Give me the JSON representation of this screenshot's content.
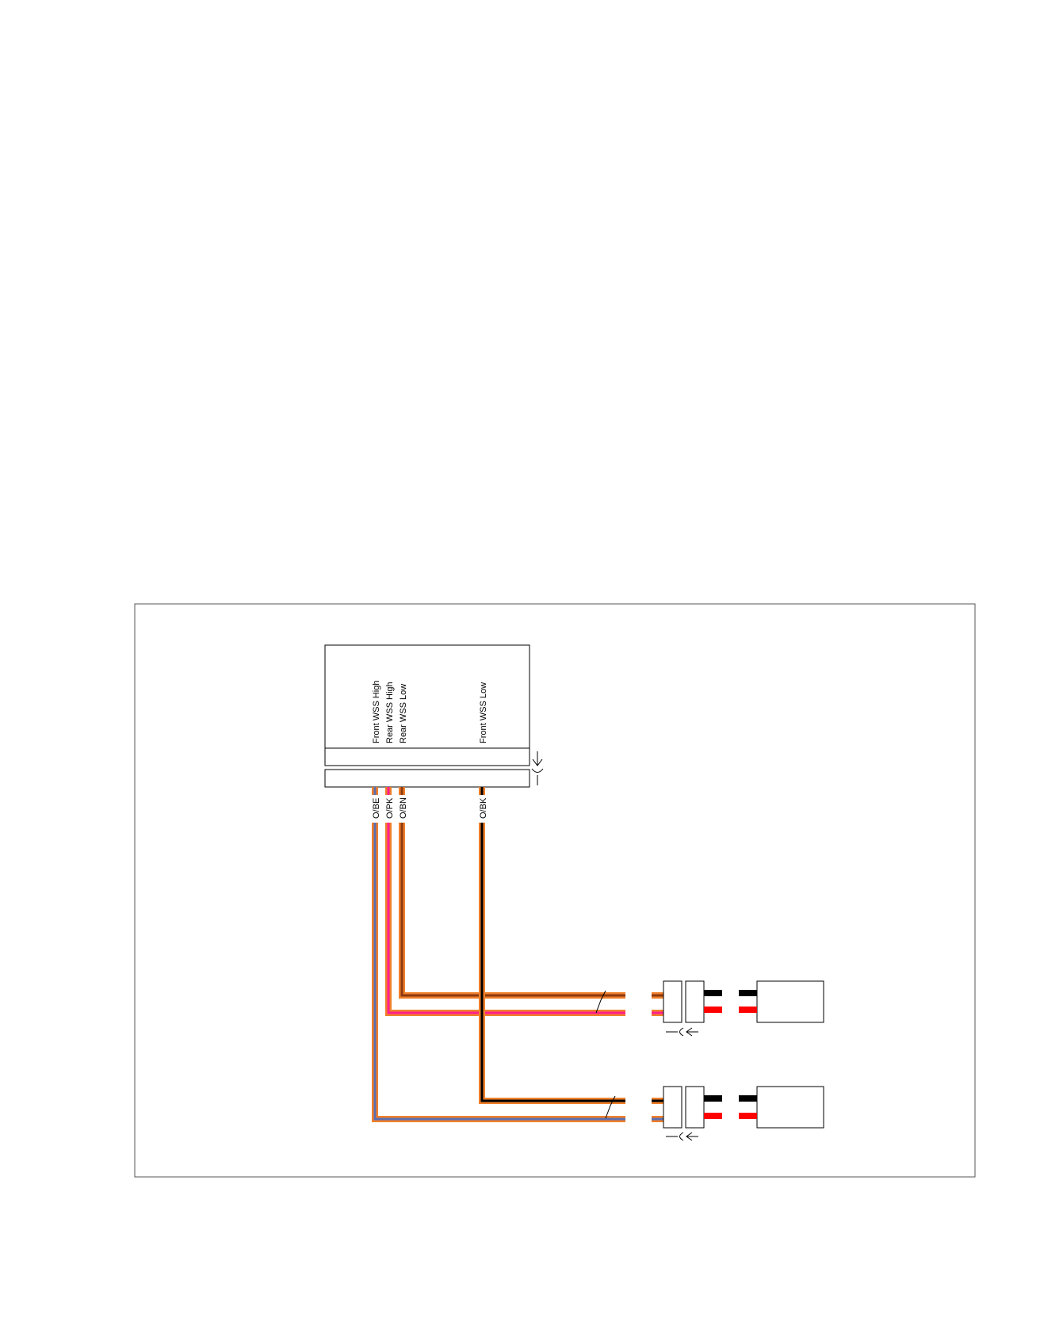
{
  "module": {
    "pin_labels": [
      "Front WSS High",
      "Rear WSS High",
      "Rear WSS Low",
      "Front WSS Low"
    ]
  },
  "wires": [
    {
      "label": "O/BE",
      "base": "#f07f2a",
      "stripe": "#5a6fb0"
    },
    {
      "label": "O/PK",
      "base": "#f07f2a",
      "stripe": "#ff1f8e"
    },
    {
      "label": "O/BN",
      "base": "#f07f2a",
      "stripe": "#8b3a10"
    },
    {
      "label": "O/BK",
      "base": "#f07f2a",
      "stripe": "#000000"
    }
  ],
  "sensor_lead_colors": {
    "upper": "#000000",
    "lower": "#ff0000"
  }
}
